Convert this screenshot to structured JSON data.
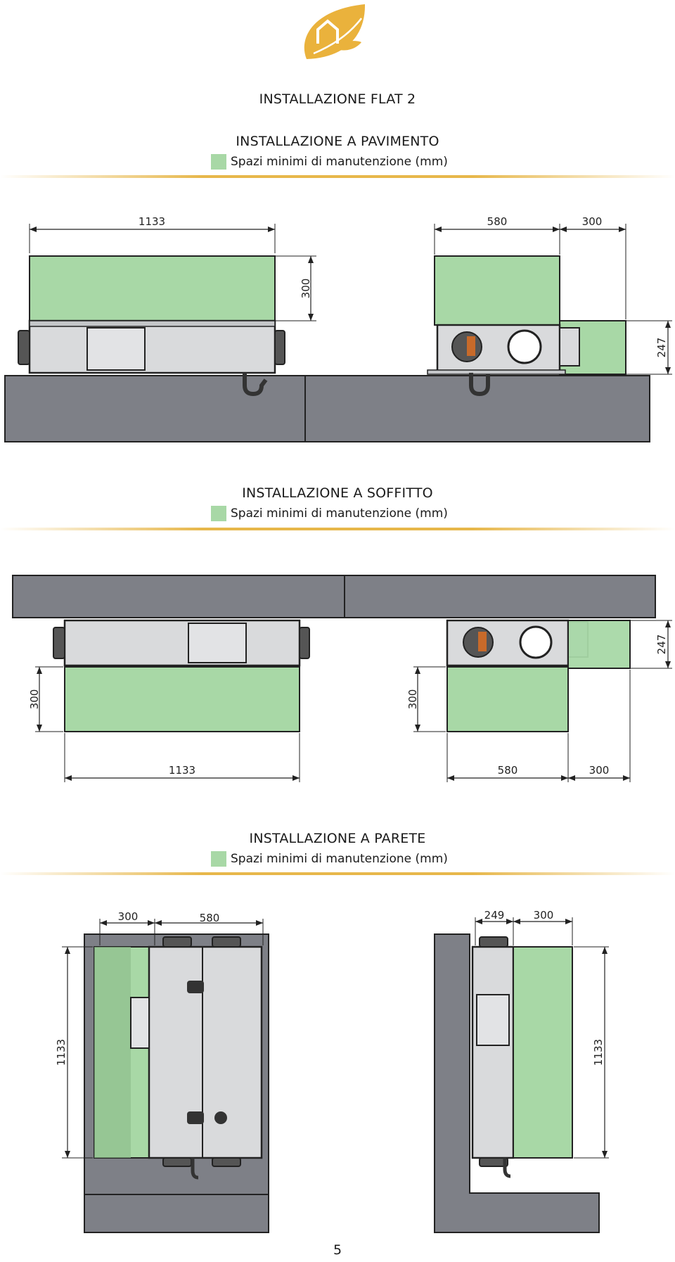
{
  "doc": {
    "main_title": "INSTALLAZIONE FLAT 2",
    "page_number": "5"
  },
  "colors": {
    "maintenance_zone": "#a8d8a6",
    "structure": "#7e8087",
    "unit_body": "#d9dadc",
    "accent_rule": "#e7b74a",
    "logo": "#eab23c"
  },
  "sections": [
    {
      "title": "INSTALLAZIONE A PAVIMENTO",
      "legend": "Spazi minimi di manutenzione (mm)",
      "dims": {
        "length": "1133",
        "clearance_top": "300",
        "width": "580",
        "side": "300",
        "height": "247"
      }
    },
    {
      "title": "INSTALLAZIONE A SOFFITTO",
      "legend": "Spazi minimi di manutenzione (mm)",
      "dims": {
        "height": "247",
        "clearance_left": "300",
        "clearance_right": "300",
        "length": "1133",
        "width": "580",
        "side": "300"
      }
    },
    {
      "title": "INSTALLAZIONE A PARETE",
      "legend": "Spazi minimi di manutenzione (mm)",
      "dims": {
        "side_left": "300",
        "width_left": "580",
        "length_left": "1133",
        "depth": "249",
        "side_right": "300",
        "length_right": "1133"
      }
    }
  ]
}
